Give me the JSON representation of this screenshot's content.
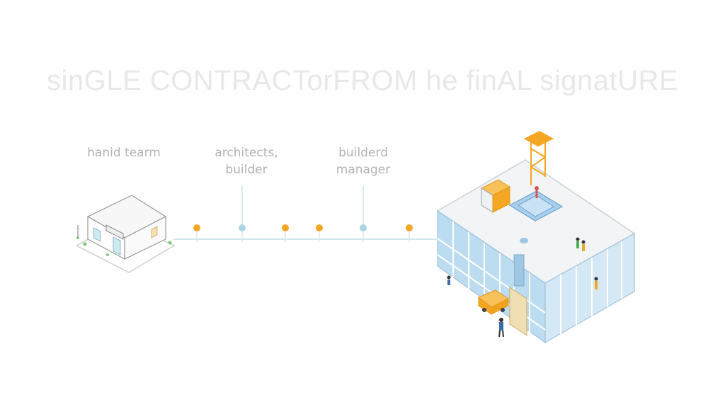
{
  "title": "sinGLE CONTRACTorFROM he finAL signatURE",
  "stages": [
    {
      "label_lines": [
        "hanid tearm"
      ]
    },
    {
      "label_lines": [
        "architects,",
        "builder"
      ]
    },
    {
      "label_lines": [
        "builderd",
        "manager"
      ]
    }
  ],
  "milestones": [
    {
      "color": "#f5a623"
    },
    {
      "color": "#a9d6e0"
    },
    {
      "color": "#f5a623"
    },
    {
      "color": "#f5a623"
    },
    {
      "color": "#a9d6e0"
    },
    {
      "color": "#f5a623"
    }
  ],
  "colors": {
    "accent": "#f5a623",
    "line": "#cfe6ec",
    "glass": "#bcdcf2",
    "roof": "#f2f4f5"
  }
}
